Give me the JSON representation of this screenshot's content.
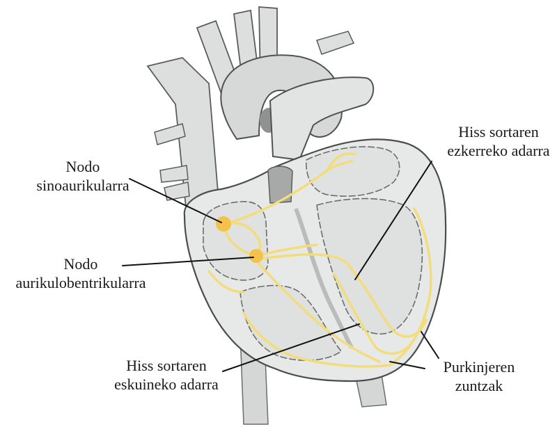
{
  "labels": {
    "sinoatrial_node": {
      "line1": "Nodo",
      "line2": "sinoaurikularra"
    },
    "atrioventricular_node": {
      "line1": "Nodo",
      "line2": "aurikulobentrikularra"
    },
    "left_bundle_branch": {
      "line1": "Hiss sortaren",
      "line2": "ezkerreko adarra"
    },
    "right_bundle_branch": {
      "line1": "Hiss sortaren",
      "line2": "eskuineko adarra"
    },
    "purkinje_fibers": {
      "line1": "Purkinjeren",
      "line2": "zuntzak"
    }
  },
  "colors": {
    "tissue": "#e4e6e5",
    "tissue_dark": "#c9cccb",
    "outline": "#5a5d5c",
    "conduction": "#f3dc7a",
    "node": "#f2c24a",
    "leader": "#111111"
  }
}
